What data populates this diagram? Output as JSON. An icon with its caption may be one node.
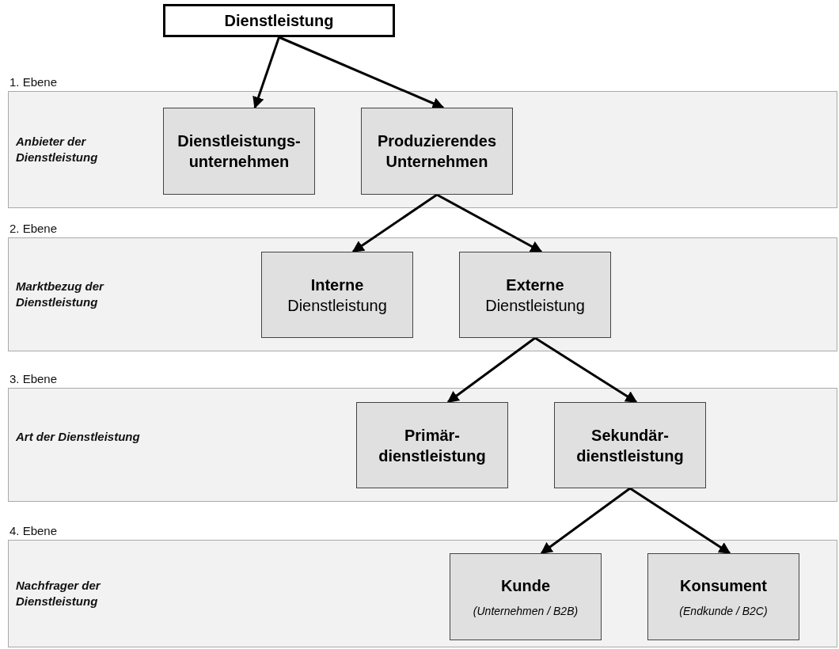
{
  "diagram": {
    "nodes": [
      {
        "text": [
          "Dienstleistung"
        ]
      },
      {
        "text": [
          "1. Ebene",
          "Anbieter der Dienstleistung"
        ]
      },
      {
        "text": [
          "Dienstleistungs- unternehmen"
        ],
        "in": 1
      },
      {
        "text": [
          "Produzierendes Unternehmen"
        ],
        "in": 1
      },
      {
        "text": [
          "2. Ebene",
          "Marktbezug der Dienstleistung"
        ]
      },
      {
        "text": [
          "Interne",
          "Dienstleistung"
        ],
        "in": 4
      },
      {
        "text": [
          "Externe",
          "Dienstleistung"
        ],
        "in": 4
      },
      {
        "text": [
          "3. Ebene",
          "Art der Dienstleistung"
        ]
      },
      {
        "text": [
          "Primär- dienstleistung"
        ],
        "in": 7
      },
      {
        "text": [
          "Sekundär- dienstleistung"
        ],
        "in": 7
      },
      {
        "text": [
          "4. Ebene",
          "Nachfrager der Dienstleistung"
        ]
      },
      {
        "text": [
          "Kunde",
          "(Unternehmen / B2B)"
        ],
        "in": 10
      },
      {
        "text": [
          "Konsument",
          "(Endkunde / B2C)"
        ],
        "in": 10
      }
    ],
    "edges": [
      {
        "from": 0,
        "to": 2,
        "arrow": "to"
      },
      {
        "from": 0,
        "to": 3,
        "arrow": "to"
      },
      {
        "from": 3,
        "to": 5,
        "arrow": "to"
      },
      {
        "from": 3,
        "to": 6,
        "arrow": "to"
      },
      {
        "from": 6,
        "to": 8,
        "arrow": "to"
      },
      {
        "from": 6,
        "to": 9,
        "arrow": "to"
      },
      {
        "from": 9,
        "to": 11,
        "arrow": "to"
      },
      {
        "from": 9,
        "to": 12,
        "arrow": "to"
      }
    ]
  }
}
